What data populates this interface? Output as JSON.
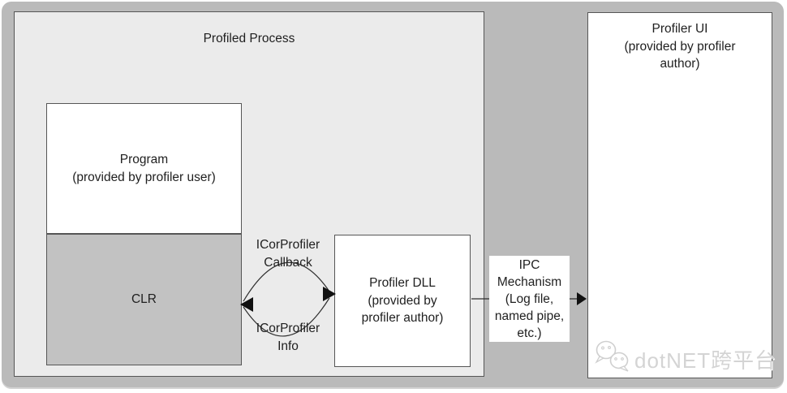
{
  "colors": {
    "page_background": "#ffffff",
    "panel_background": "#bababa",
    "process_fill": "#ebebeb",
    "clr_fill": "#c2c2c2",
    "box_border": "#565656",
    "text": "#1f1f1f",
    "arrow": "#1f1f1f",
    "watermark": "#d4d4d4"
  },
  "boxes": {
    "profiled_process": {
      "title": "Profiled Process"
    },
    "program": {
      "lines": [
        "Program",
        "(provided by profiler user)"
      ]
    },
    "clr": {
      "label": "CLR"
    },
    "profiler_dll": {
      "lines": [
        "Profiler DLL",
        "(provided by",
        "profiler author)"
      ]
    },
    "ipc": {
      "lines": [
        "IPC",
        "Mechanism",
        "(Log file,",
        "named pipe,",
        "etc.)"
      ]
    },
    "profiler_ui": {
      "lines": [
        "Profiler UI",
        "(provided by profiler",
        "author)"
      ]
    }
  },
  "arrows": {
    "callback_label": {
      "lines": [
        "ICorProfiler",
        "Callback"
      ]
    },
    "info_label": {
      "lines": [
        "ICorProfiler",
        "Info"
      ]
    }
  },
  "watermark": {
    "text": "dotNET跨平台",
    "logo_icon": "wechat-chat-bubbles-icon"
  }
}
